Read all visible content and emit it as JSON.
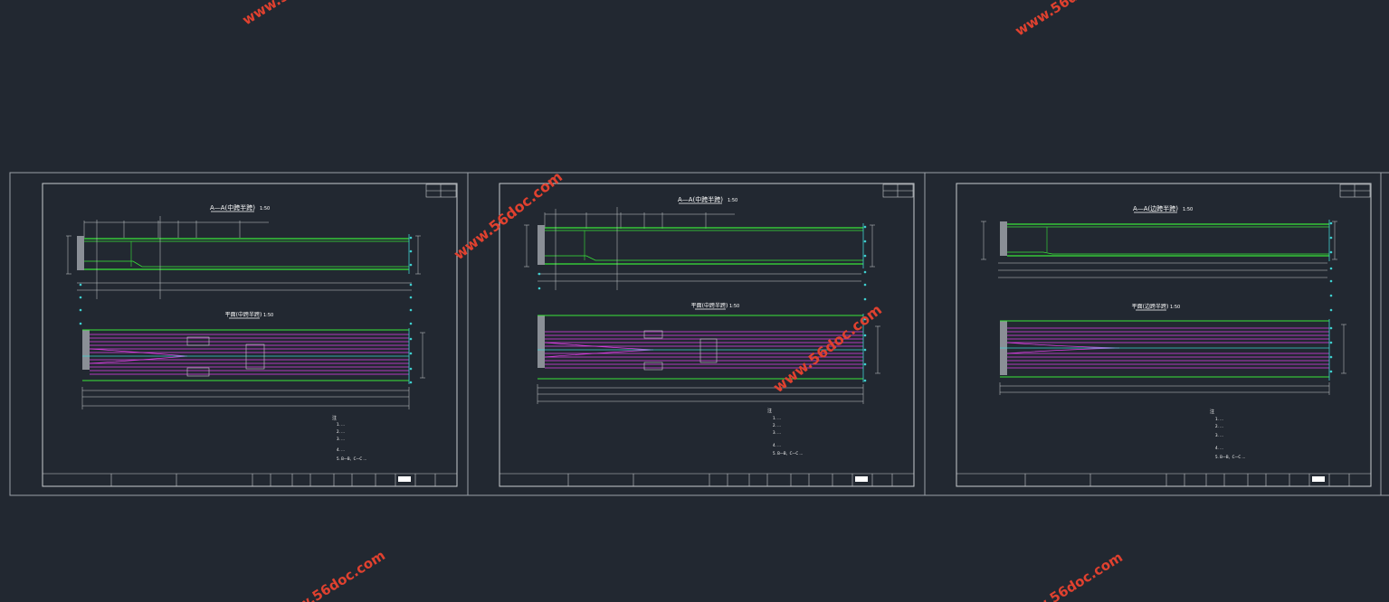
{
  "watermark": "www.56doc.com",
  "colors": {
    "background": "#222831",
    "frame": "#9aa0a6",
    "girder": "#39e639",
    "tendon": "#e040e8",
    "axis": "#3fd0d0",
    "annotation": "#ffffff",
    "watermark": "#e0412f"
  },
  "sheets": [
    {
      "section_title": "A—A(中跨半跨)",
      "section_scale": "1:50",
      "plan_title": "平面(中跨半跨)",
      "plan_scale": "1:50",
      "notes_heading": "注",
      "notes": [
        "1. ...",
        "2. ...",
        "3. ...",
        "4. ...",
        "5. B—B、C—C ..."
      ],
      "title_block": [
        "",
        "",
        "",
        "",
        "",
        "",
        "",
        "",
        "",
        "",
        ""
      ]
    },
    {
      "section_title": "A—A(中跨半跨)",
      "section_scale": "1:50",
      "plan_title": "平面(中跨半跨)",
      "plan_scale": "1:50",
      "notes_heading": "注",
      "notes": [
        "1. ...",
        "2. ...",
        "3. ...",
        "4. ...",
        "5. B—B、C—C ..."
      ],
      "title_block": [
        "",
        "",
        "",
        "",
        "",
        "",
        "",
        "",
        "",
        "",
        ""
      ]
    },
    {
      "section_title": "A—A(边跨半跨)",
      "section_scale": "1:50",
      "plan_title": "平面(边跨半跨)",
      "plan_scale": "1:50",
      "notes_heading": "注",
      "notes": [
        "1. ...",
        "2. ...",
        "3. ...",
        "4. ...",
        "5. B—B、C—C ..."
      ],
      "title_block": [
        "",
        "",
        "",
        "",
        "",
        "",
        "",
        "",
        "",
        "",
        ""
      ]
    }
  ]
}
